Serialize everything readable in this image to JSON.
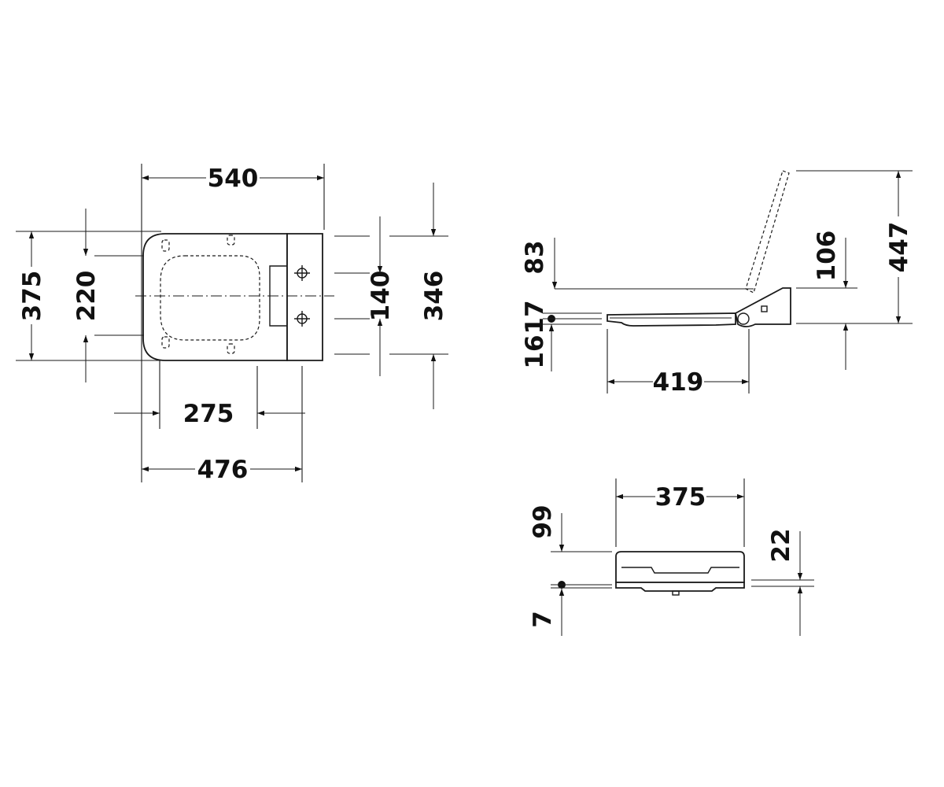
{
  "drawing": {
    "top_view": {
      "overall_length": "540",
      "overall_width": "375",
      "inner_width": "220",
      "hinge_span": "140",
      "fixing_width": "346",
      "seat_depth": "275",
      "fixing_depth": "476"
    },
    "side_view": {
      "rise_small": "83",
      "rise_hinge": "106",
      "open_height": "447",
      "seat_thickness": "17",
      "buffer_height": "16",
      "seat_length": "419"
    },
    "front_view": {
      "width": "375",
      "height": "99",
      "lid_gap": "22",
      "buffer": "7"
    }
  }
}
